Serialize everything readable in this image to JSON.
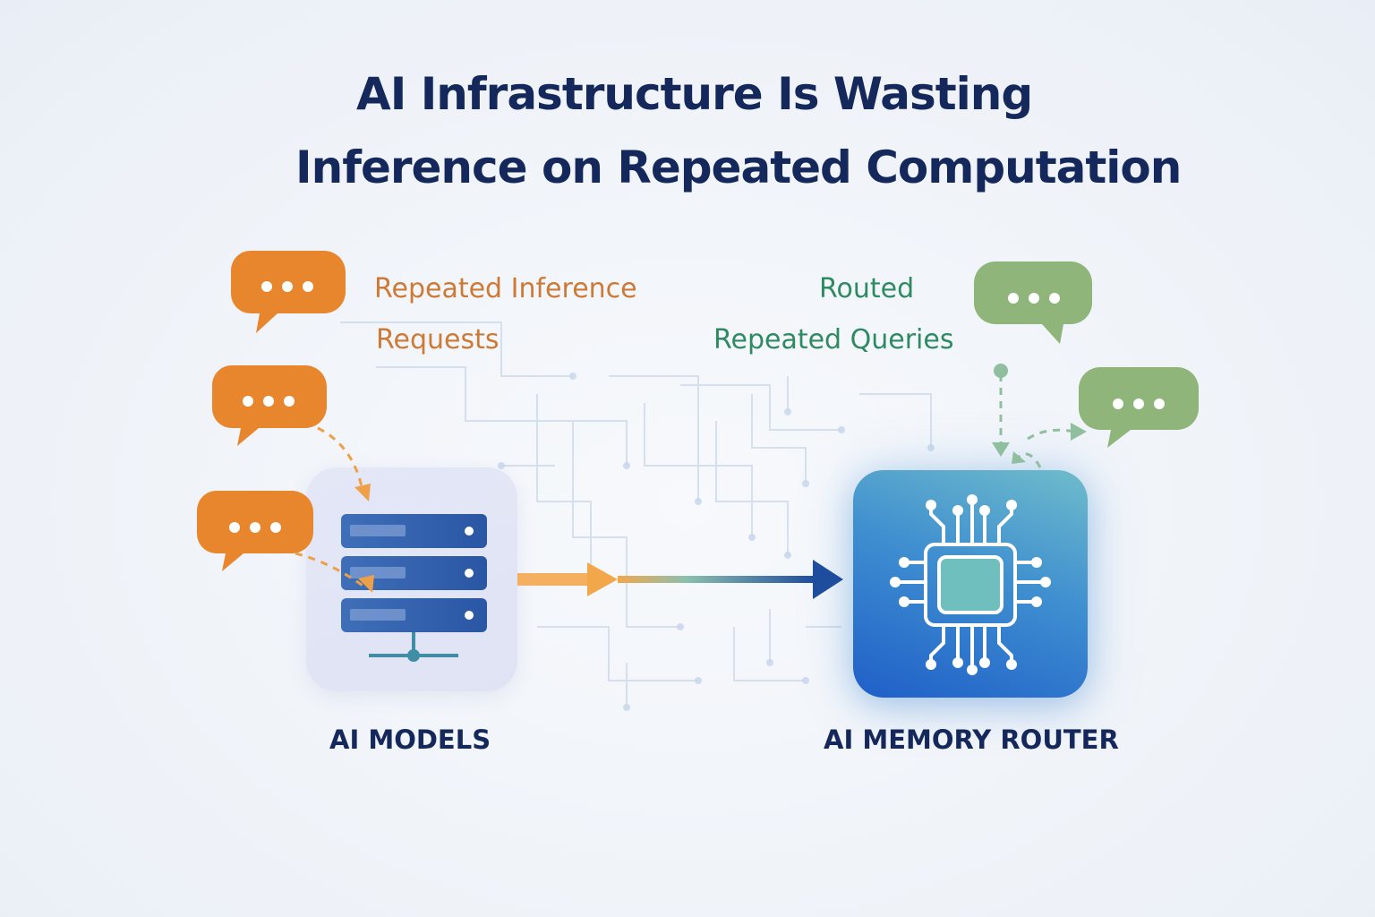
{
  "title": {
    "line1": "AI Infrastructure Is Wasting",
    "line2": "Inference on Repeated Computation"
  },
  "left_caption": {
    "line1": "Repeated Inference",
    "line2": "Requests"
  },
  "right_caption": {
    "line1": "Routed",
    "line2": "Repeated Queries"
  },
  "nodes": {
    "models_label": "AI MODELS",
    "router_label": "AI MEMORY ROUTER"
  },
  "icons": {
    "models": "server-rack-icon",
    "router": "processor-chip-icon",
    "requests": "chat-bubble-icon",
    "queries": "chat-bubble-icon"
  },
  "colors": {
    "title": "#15285c",
    "request_orange": "#e8862e",
    "query_green": "#8fb57a",
    "caption_orange": "#cc7a36",
    "caption_green": "#2f8a62",
    "flow_start": "#f2a84a",
    "flow_end": "#1f4d9e"
  }
}
